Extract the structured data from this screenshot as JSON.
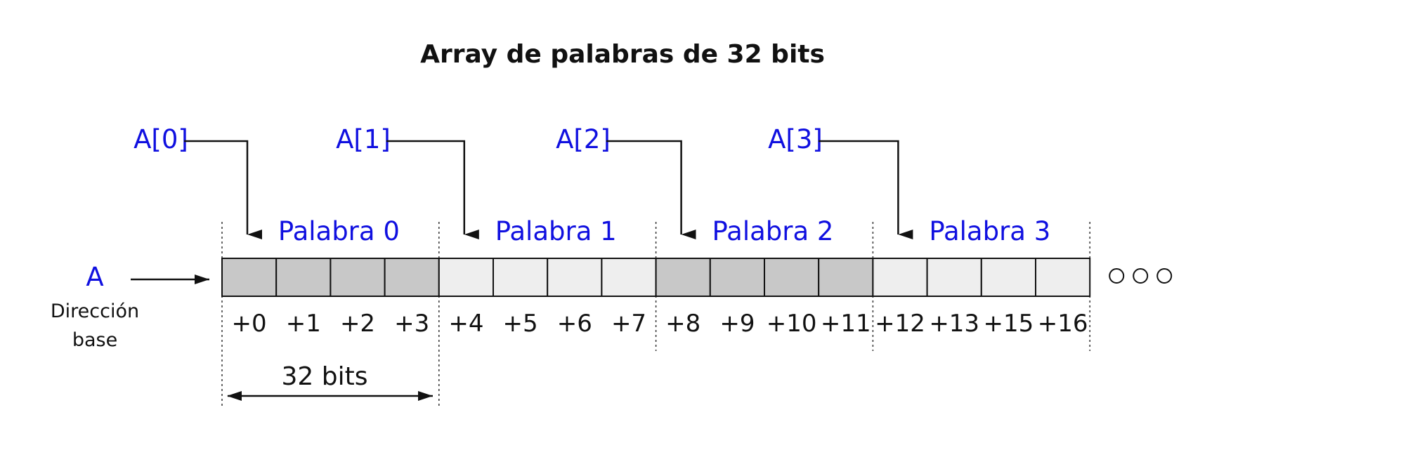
{
  "title": "Array de palabras de 32 bits",
  "colors": {
    "accent_text": "#1010e0",
    "shaded_word": "#c8c8c8",
    "light_word": "#eeeeee",
    "line": "#111111"
  },
  "base": {
    "label": "A",
    "caption_line1": "Dirección",
    "caption_line2": "base"
  },
  "pointers": [
    "A[0]",
    "A[1]",
    "A[2]",
    "A[3]"
  ],
  "words": [
    {
      "label": "Palabra 0",
      "shade": "dark"
    },
    {
      "label": "Palabra 1",
      "shade": "light"
    },
    {
      "label": "Palabra 2",
      "shade": "dark"
    },
    {
      "label": "Palabra 3",
      "shade": "light"
    }
  ],
  "offsets": [
    "+0",
    "+1",
    "+2",
    "+3",
    "+4",
    "+5",
    "+6",
    "+7",
    "+8",
    "+9",
    "+10",
    "+11",
    "+12",
    "+13",
    "+15",
    "+16"
  ],
  "bytes_per_word": 4,
  "word_width_label": "32 bits",
  "continuation": {
    "dots": 3,
    "icon": "ellipsis-circles"
  }
}
